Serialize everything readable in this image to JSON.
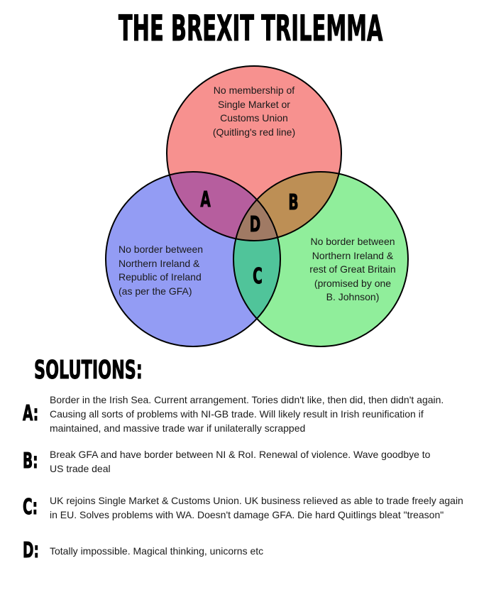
{
  "title": "THE BREXIT TRILEMMA",
  "venn": {
    "outline_color": "#000000",
    "circle_red": {
      "label": "No membership of\nSingle Market or\nCustoms Union\n(Quitling's red line)",
      "color": "#F7918F"
    },
    "circle_blue": {
      "label": "No border between\nNorthern Ireland &\nRepublic of Ireland\n(as per the GFA)",
      "color": "#939CF4"
    },
    "circle_green": {
      "label": "No border between\nNorthern Ireland &\nrest of Great Britain\n(promised by one\nB. Johnson)",
      "color": "#90EE9B"
    },
    "overlap_a": {
      "letter": "A",
      "color": "#B65E9E"
    },
    "overlap_b": {
      "letter": "B",
      "color": "#BD8F55"
    },
    "overlap_c": {
      "letter": "C",
      "color": "#50C49A"
    },
    "overlap_d": {
      "letter": "D",
      "color": "#A07A64"
    }
  },
  "solutions": {
    "heading": "SOLUTIONS:",
    "items": [
      {
        "label": "A:",
        "text": "Border in the Irish Sea. Current arrangement. Tories didn't like, then did, then didn't again.\nCausing all sorts of problems with NI-GB trade. Will likely result in Irish reunification if\nmaintained, and massive trade war if unilaterally scrapped"
      },
      {
        "label": "B:",
        "text": "Break GFA and have border between NI & RoI. Renewal of violence. Wave goodbye to\nUS trade deal"
      },
      {
        "label": "C:",
        "text": "UK rejoins Single Market & Customs Union. UK business relieved as able to trade freely again\nin EU. Solves problems with WA. Doesn't damage GFA. Die hard Quitlings bleat \"treason\""
      },
      {
        "label": "D:",
        "text": "Totally impossible. Magical thinking, unicorns etc"
      }
    ]
  }
}
